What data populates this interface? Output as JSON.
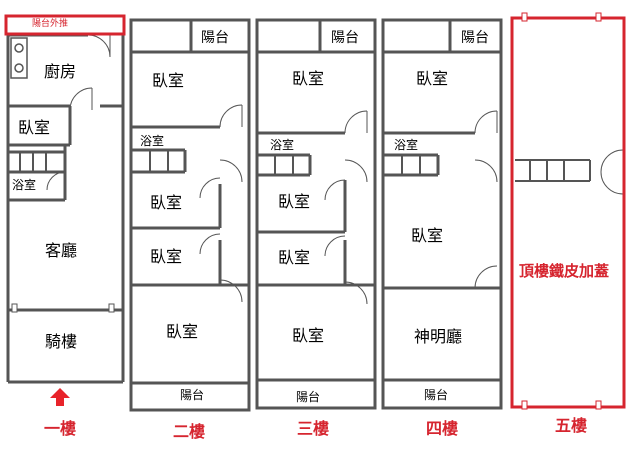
{
  "floors": {
    "f1": {
      "label": "一樓",
      "rooms": {
        "balcony_extension": "陽台外推",
        "kitchen": "廚房",
        "bedroom": "臥室",
        "bathroom": "浴室",
        "living_room": "客廳",
        "arcade": "騎樓"
      }
    },
    "f2": {
      "label": "二樓",
      "rooms": {
        "balcony_top": "陽台",
        "bedroom_1": "臥室",
        "bathroom": "浴室",
        "bedroom_2": "臥室",
        "bedroom_3": "臥室",
        "bedroom_4": "臥室",
        "balcony_bottom": "陽台"
      }
    },
    "f3": {
      "label": "三樓",
      "rooms": {
        "balcony_top": "陽台",
        "bedroom_1": "臥室",
        "bathroom": "浴室",
        "bedroom_2": "臥室",
        "bedroom_3": "臥室",
        "bedroom_4": "臥室",
        "balcony_bottom": "陽台"
      }
    },
    "f4": {
      "label": "四樓",
      "rooms": {
        "balcony_top": "陽台",
        "bedroom_1": "臥室",
        "bathroom": "浴室",
        "bedroom_2": "臥室",
        "shrine_hall": "神明廳",
        "balcony_bottom": "陽台"
      }
    },
    "f5": {
      "label": "五樓",
      "rooms": {
        "rooftop_addition": "頂樓鐵皮加蓋"
      }
    }
  },
  "colors": {
    "wall": "#555555",
    "highlight": "#d6252f",
    "entrance_arrow": "#e8232a"
  }
}
